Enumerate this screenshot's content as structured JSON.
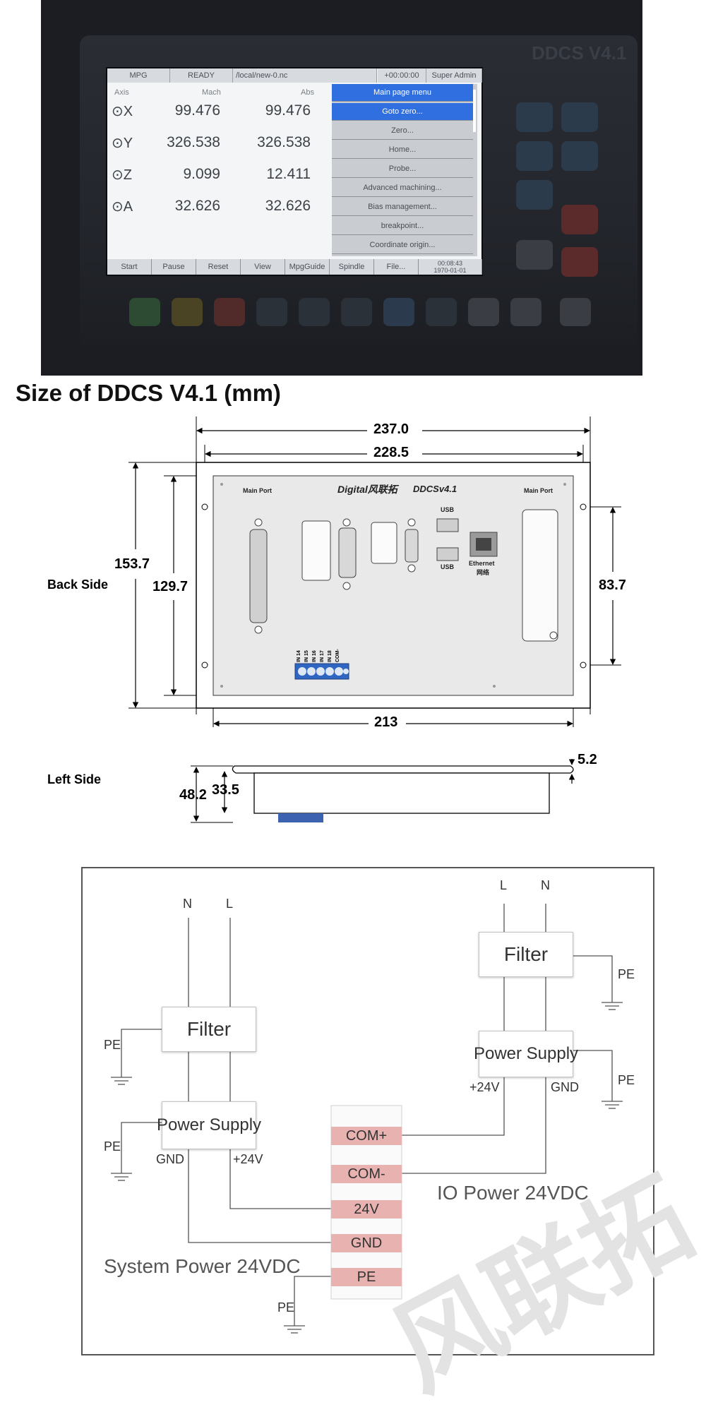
{
  "controller_screen": {
    "status_bar": [
      "MPG",
      "READY",
      "/local/new-0.nc",
      "+00:00:00",
      "Super Admin"
    ],
    "columns": {
      "axis": "Axis",
      "mach": "Mach",
      "abs": "Abs"
    },
    "axes": [
      {
        "name": "X",
        "mach": "99.476",
        "abs": "99.476"
      },
      {
        "name": "Y",
        "mach": "326.538",
        "abs": "326.538"
      },
      {
        "name": "Z",
        "mach": "9.099",
        "abs": "12.411"
      },
      {
        "name": "A",
        "mach": "32.626",
        "abs": "32.626"
      }
    ],
    "menu_title": "Main page menu",
    "menu_items": [
      "Goto zero...",
      "Zero...",
      "Home...",
      "Probe...",
      "Advanced machining...",
      "Bias management...",
      "breakpoint...",
      "Coordinate origin..."
    ],
    "selected_menu_index": 0,
    "function_keys": [
      "Start",
      "Pause",
      "Reset",
      "View",
      "MpgGuide",
      "Spindle",
      "File..."
    ],
    "clock": {
      "time": "00:08:43",
      "date": "1970-01-01"
    },
    "bezel_title": "DDCS V4.1"
  },
  "size_section": {
    "title": "Size of DDCS V4.1 (mm)",
    "dimensions": {
      "outer_width": "237.0",
      "inner_width": "228.5",
      "bottom_width": "213",
      "outer_height": "153.7",
      "inner_height": "129.7",
      "hole_spacing": "83.7",
      "side_total": "48.2",
      "side_body": "33.5",
      "lip": "5.2"
    },
    "labels": {
      "back_side": "Back Side",
      "left_side": "Left Side"
    },
    "panel": {
      "brand": "Digital",
      "brand_cn": "风联拓",
      "model": "DDCSv4.1",
      "main_port": "Main Port",
      "usb": "USB",
      "ethernet": "Ethernet",
      "ethernet_cn": "网络",
      "terminal_labels": [
        "IN 14",
        "IN 15",
        "IN 16",
        "IN 17",
        "IN 18",
        "COM-"
      ]
    }
  },
  "wiring": {
    "left_filter": "Filter",
    "left_psu": "Power Supply",
    "right_filter": "Filter",
    "right_psu": "Power Supply",
    "left_inputs": [
      "N",
      "L"
    ],
    "right_inputs": [
      "L",
      "N"
    ],
    "pe": "PE",
    "gnd": "GND",
    "plus24v": "+24V",
    "terminals": [
      "COM+",
      "COM-",
      "24V",
      "GND",
      "PE"
    ],
    "io_power": "IO Power 24VDC",
    "system_power": "System Power 24VDC"
  },
  "colors": {
    "menu_blue": "#2f6fe0",
    "terminal_pink": "#e8b2b0",
    "terminal_block_blue": "#2f66c2",
    "side_connector_blue": "#3d63b0"
  }
}
